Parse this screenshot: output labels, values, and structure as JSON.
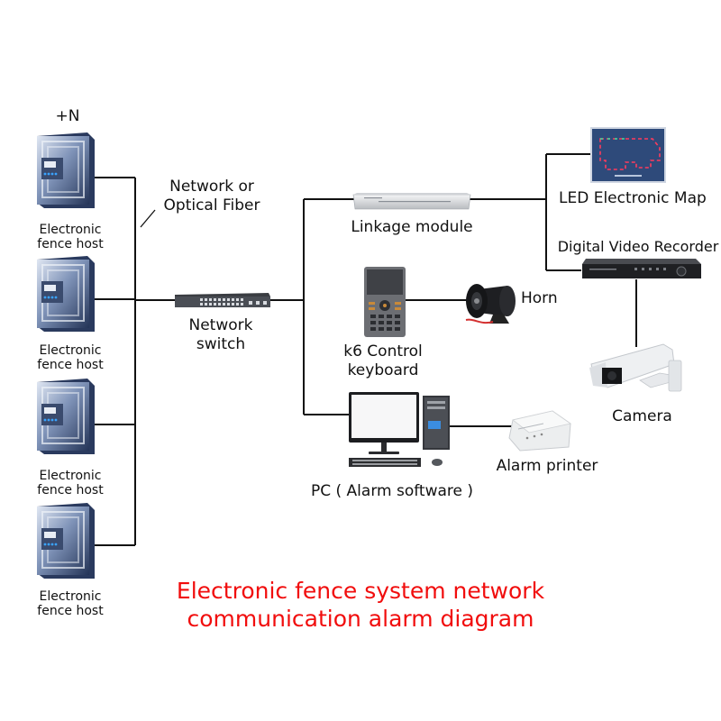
{
  "diagram": {
    "title_line1": "Electronic fence system network",
    "title_line2": "communication alarm diagram",
    "title_color": "#f10d0d",
    "expansion_label": "+N",
    "connection_label": "Network or Optical Fiber",
    "connection_label_line1": "Network or",
    "connection_label_line2": "Optical Fiber",
    "fence_hosts": [
      {
        "line1": "Electronic",
        "line2": "fence host"
      },
      {
        "line1": "Electronic",
        "line2": "fence host"
      },
      {
        "line1": "Electronic",
        "line2": "fence host"
      },
      {
        "line1": "Electronic",
        "line2": "fence host"
      }
    ],
    "nodes": {
      "switch": {
        "line1": "Network",
        "line2": "switch"
      },
      "linkage": {
        "label": "Linkage module"
      },
      "keyboard": {
        "line1": "k6 Control",
        "line2": "keyboard"
      },
      "horn": {
        "label": "Horn"
      },
      "pc": {
        "label": "PC ( Alarm software )"
      },
      "printer": {
        "label": "Alarm printer"
      },
      "led_map": {
        "label": "LED Electronic Map"
      },
      "dvr": {
        "label": "Digital Video Recorder"
      },
      "camera": {
        "label": "Camera"
      }
    },
    "edges": [
      [
        "fence_host_1",
        "fence_bus"
      ],
      [
        "fence_host_2",
        "fence_bus"
      ],
      [
        "fence_host_3",
        "fence_bus"
      ],
      [
        "fence_host_4",
        "fence_bus"
      ],
      [
        "fence_bus",
        "switch"
      ],
      [
        "switch",
        "linkage"
      ],
      [
        "switch",
        "keyboard"
      ],
      [
        "switch",
        "pc"
      ],
      [
        "keyboard",
        "horn"
      ],
      [
        "pc",
        "printer"
      ],
      [
        "linkage",
        "led_map"
      ],
      [
        "linkage",
        "dvr"
      ],
      [
        "dvr",
        "camera"
      ]
    ]
  }
}
